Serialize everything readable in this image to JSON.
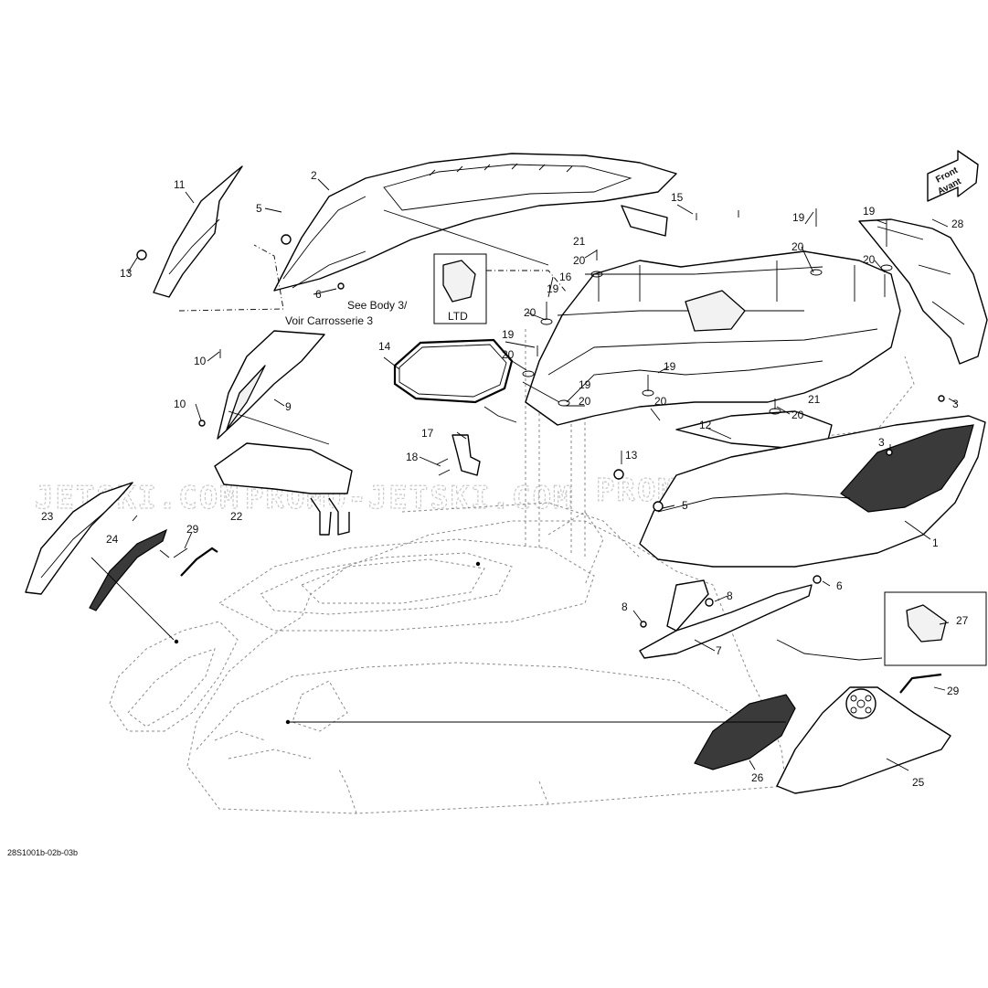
{
  "diagram": {
    "doc_code": "28S1001b-02b-03b",
    "direction_tag": {
      "line1": "Front",
      "line2": "Avant"
    },
    "note_ref": {
      "line1": "See Body 3/",
      "line2": "Voir Carrosserie 3"
    },
    "ltd_label": "LTD",
    "watermarks": [
      "JETSKI.COM",
      "PROMO-JETSKI.COM",
      "PROMO-JETSKI.COM"
    ],
    "callouts": [
      {
        "id": "c1",
        "text": "1"
      },
      {
        "id": "c2",
        "text": "2"
      },
      {
        "id": "c3a",
        "text": "3"
      },
      {
        "id": "c3b",
        "text": "3"
      },
      {
        "id": "c5a",
        "text": "5"
      },
      {
        "id": "c5b",
        "text": "5"
      },
      {
        "id": "c6a",
        "text": "6"
      },
      {
        "id": "c6b",
        "text": "6"
      },
      {
        "id": "c7",
        "text": "7"
      },
      {
        "id": "c8a",
        "text": "8"
      },
      {
        "id": "c8b",
        "text": "8"
      },
      {
        "id": "c9",
        "text": "9"
      },
      {
        "id": "c10a",
        "text": "10"
      },
      {
        "id": "c10b",
        "text": "10"
      },
      {
        "id": "c11",
        "text": "11"
      },
      {
        "id": "c12",
        "text": "12"
      },
      {
        "id": "c13a",
        "text": "13"
      },
      {
        "id": "c13b",
        "text": "13"
      },
      {
        "id": "c14",
        "text": "14"
      },
      {
        "id": "c15",
        "text": "15"
      },
      {
        "id": "c16",
        "text": "16"
      },
      {
        "id": "c17",
        "text": "17"
      },
      {
        "id": "c18",
        "text": "18"
      },
      {
        "id": "c19a",
        "text": "19"
      },
      {
        "id": "c19b",
        "text": "19"
      },
      {
        "id": "c19c",
        "text": "19"
      },
      {
        "id": "c19d",
        "text": "19"
      },
      {
        "id": "c19e",
        "text": "19"
      },
      {
        "id": "c19f",
        "text": "19"
      },
      {
        "id": "c20a",
        "text": "20"
      },
      {
        "id": "c20b",
        "text": "20"
      },
      {
        "id": "c20c",
        "text": "20"
      },
      {
        "id": "c20d",
        "text": "20"
      },
      {
        "id": "c20e",
        "text": "20"
      },
      {
        "id": "c20f",
        "text": "20"
      },
      {
        "id": "c20g",
        "text": "20"
      },
      {
        "id": "c20h",
        "text": "20"
      },
      {
        "id": "c20i",
        "text": "20"
      },
      {
        "id": "c21a",
        "text": "21"
      },
      {
        "id": "c21b",
        "text": "21"
      },
      {
        "id": "c22",
        "text": "22"
      },
      {
        "id": "c23",
        "text": "23"
      },
      {
        "id": "c24",
        "text": "24"
      },
      {
        "id": "c25",
        "text": "25"
      },
      {
        "id": "c26",
        "text": "26"
      },
      {
        "id": "c27",
        "text": "27"
      },
      {
        "id": "c28",
        "text": "28"
      },
      {
        "id": "c29a",
        "text": "29"
      },
      {
        "id": "c29b",
        "text": "29"
      }
    ]
  }
}
